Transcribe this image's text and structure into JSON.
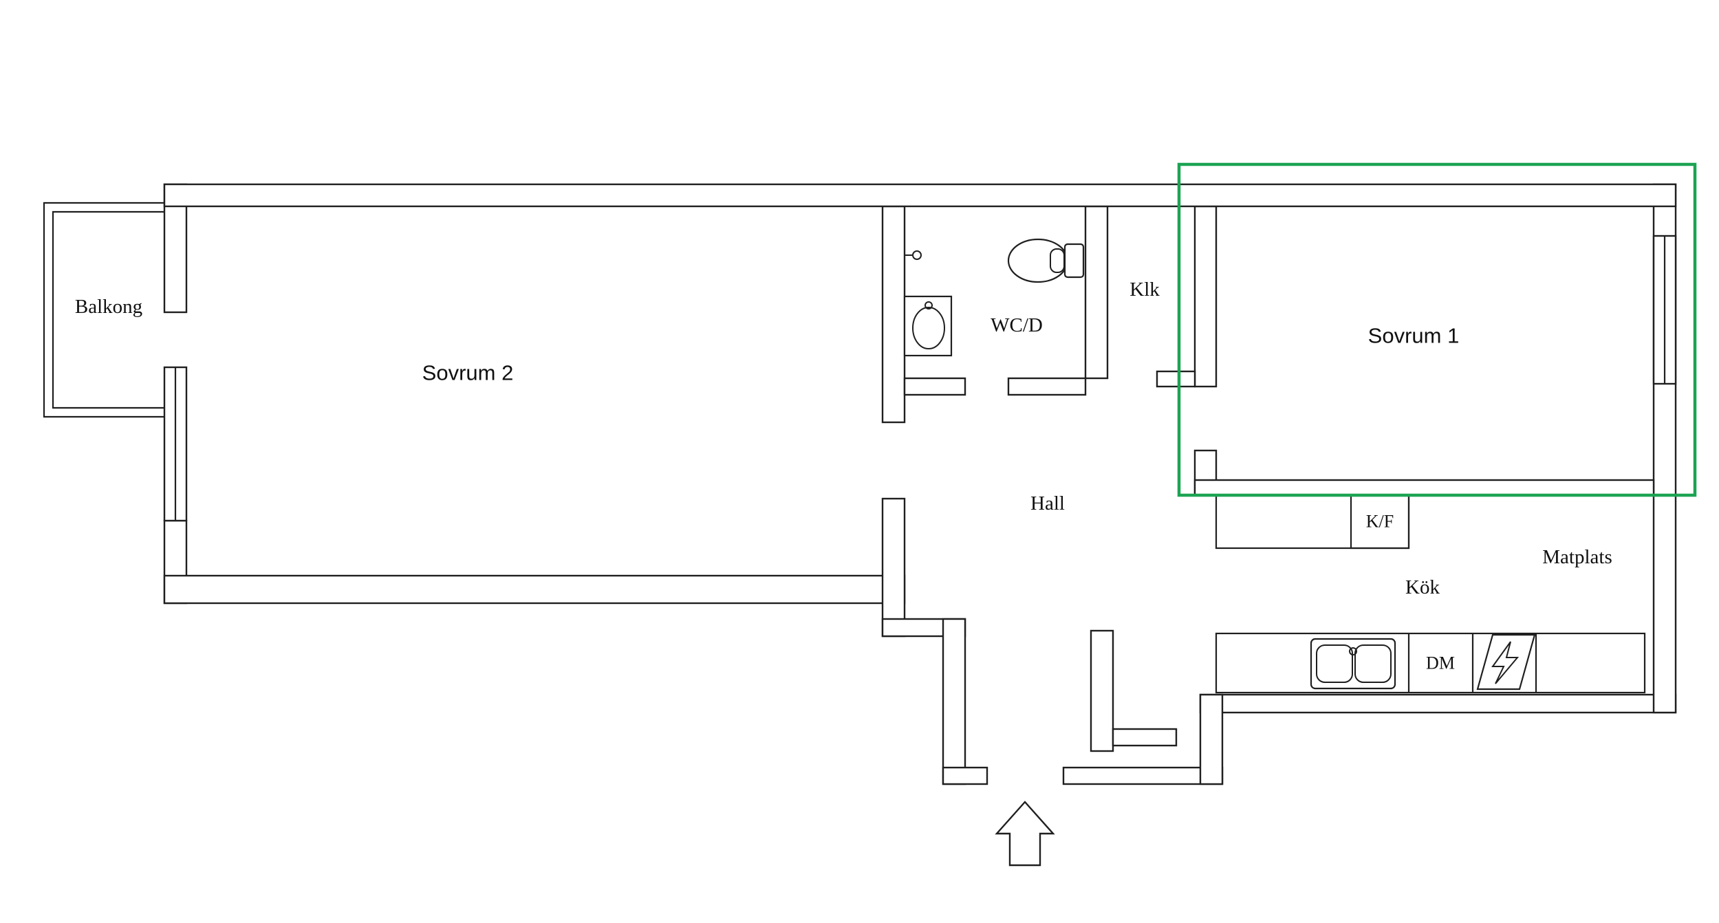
{
  "plan": {
    "type": "apartment-floor-plan",
    "language": "sv"
  },
  "rooms": {
    "balkong": "Balkong",
    "sovrum2": "Sovrum 2",
    "wcd": "WC/D",
    "klk": "Klk",
    "sovrum1": "Sovrum 1",
    "hall": "Hall",
    "matplats": "Matplats",
    "kok": "Kök"
  },
  "appliances": {
    "kf": "K/F",
    "dm": "DM"
  },
  "icons": {
    "entrance_arrow": "block-arrow-up",
    "toilet": "toilet-top-view",
    "washbasin": "washbasin-top-view",
    "kitchen_sink": "double-basin-sink",
    "stove": "stove-lightning-symbol",
    "window": "double-line-window"
  },
  "highlight": {
    "color": "#1ca352",
    "target": "Sovrum 1"
  },
  "colors": {
    "wall": "#1f1f1f",
    "background": "#ffffff"
  }
}
